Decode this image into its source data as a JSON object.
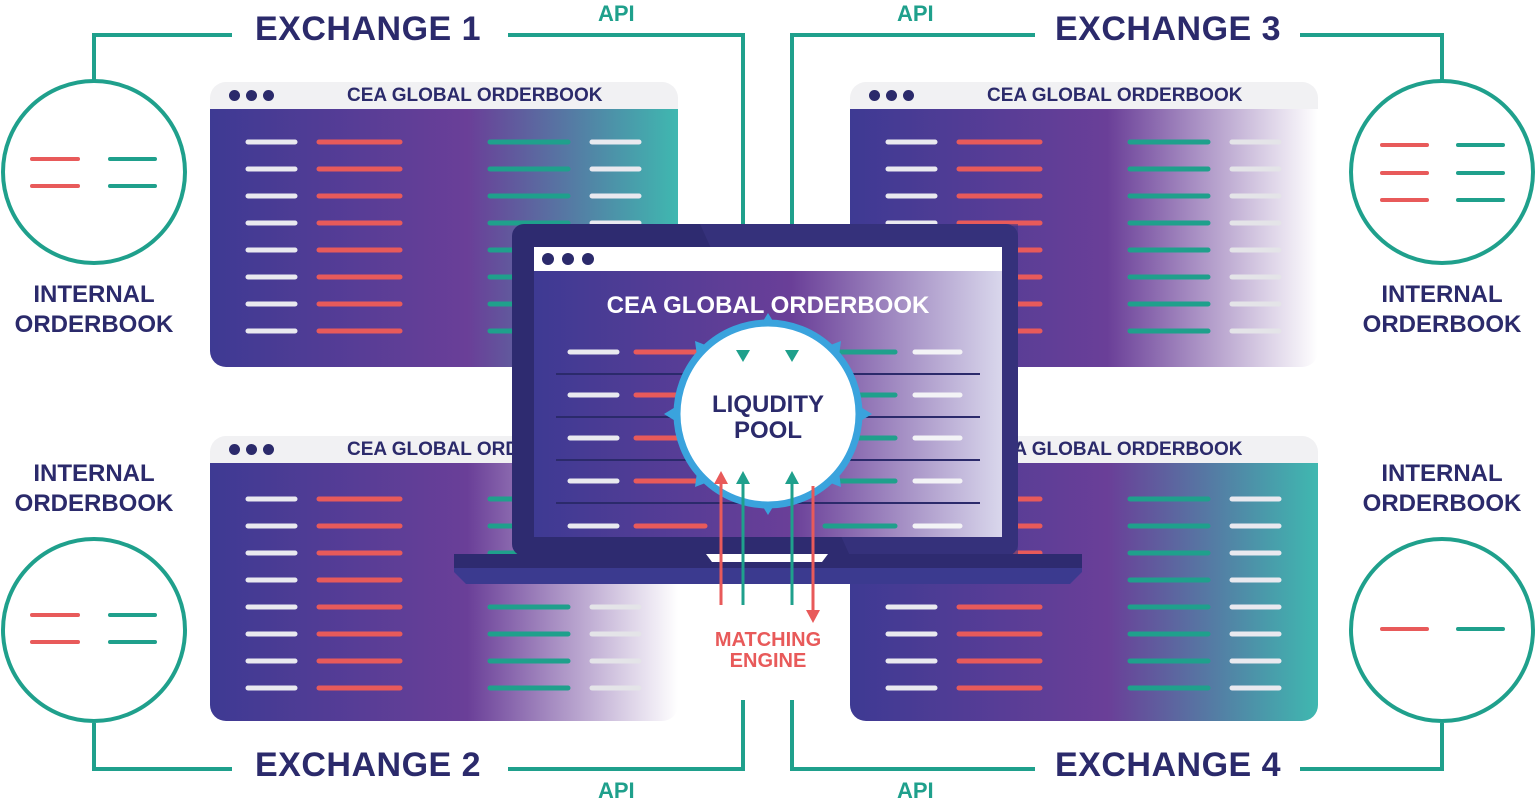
{
  "exchanges": {
    "e1": "EXCHANGE 1",
    "e2": "EXCHANGE 2",
    "e3": "EXCHANGE 3",
    "e4": "EXCHANGE 4"
  },
  "api": {
    "label": "API"
  },
  "internal_orderbook": {
    "line1": "INTERNAL",
    "line2": "ORDERBOOK"
  },
  "window_title": "CEA GLOBAL ORDERBOOK",
  "laptop_title": "CEA GLOBAL ORDERBOOK",
  "liquidity_pool": {
    "line1": "LIQUDITY",
    "line2": "POOL"
  },
  "matching_engine": {
    "line1": "MATCHING",
    "line2": "ENGINE"
  },
  "colors": {
    "navy": "#2b2a6b",
    "teal": "#1fa08c",
    "red": "#e85a5a",
    "purple": "#6a3f98",
    "indigo": "#3b3a8f",
    "cyan_ring": "#3aa3dd"
  }
}
